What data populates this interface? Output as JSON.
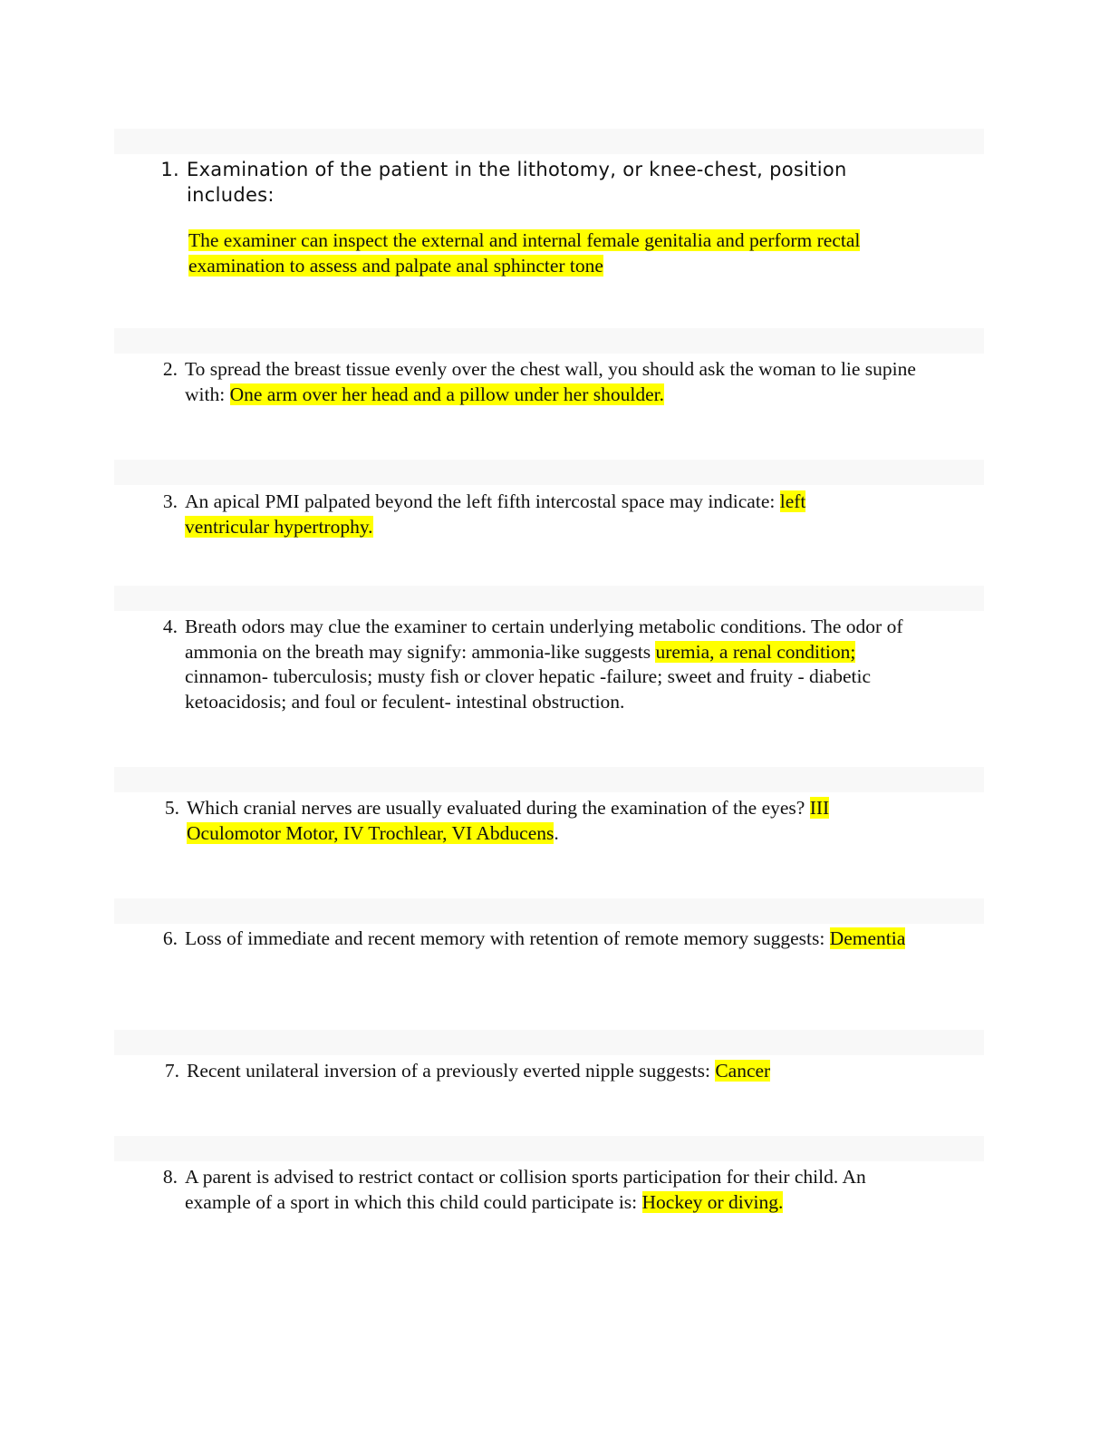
{
  "highlight_color": "#ffff00",
  "questions": [
    {
      "number": "1.",
      "text": "Examination of the patient in the lithotomy, or knee-chest, position includes:",
      "answer": "The examiner can inspect the external and internal female genitalia and perform rectal examination to assess and palpate anal sphincter tone"
    },
    {
      "number": "2.",
      "text": "To spread the breast tissue evenly over the chest wall, you should ask the woman to lie supine with: ",
      "answer": "One arm over her head and a pillow under her shoulder."
    },
    {
      "number": "3.",
      "text": "An apical PMI palpated beyond the left fifth intercostal space may indicate: ",
      "answer": "left ventricular hypertrophy."
    },
    {
      "number": "4.",
      "text": "Breath odors may clue the examiner to certain underlying metabolic conditions. The odor of ammonia on the breath may signify: ammonia-like suggests ",
      "answer": "uremia, a renal condition;",
      "text_after": " cinnamon- tuberculosis; musty fish or clover hepatic -failure; sweet and fruity - diabetic ketoacidosis; and foul or feculent- intestinal obstruction."
    },
    {
      "number": "5.",
      "text": "Which cranial nerves are usually evaluated during the examination of the eyes? ",
      "answer": "III Oculomotor Motor, IV Trochlear, VI Abducens",
      "text_after": "."
    },
    {
      "number": "6.",
      "text": "Loss of immediate and recent memory with retention of remote memory suggests: ",
      "answer": "Dementia"
    },
    {
      "number": "7.",
      "text": "Recent unilateral inversion of a previously everted nipple suggests: ",
      "answer": "Cancer"
    },
    {
      "number": "8.",
      "text": "A parent is advised to restrict contact or collision sports participation for their child. An example of a sport in which this child could participate is: ",
      "answer": "Hockey or diving."
    }
  ]
}
